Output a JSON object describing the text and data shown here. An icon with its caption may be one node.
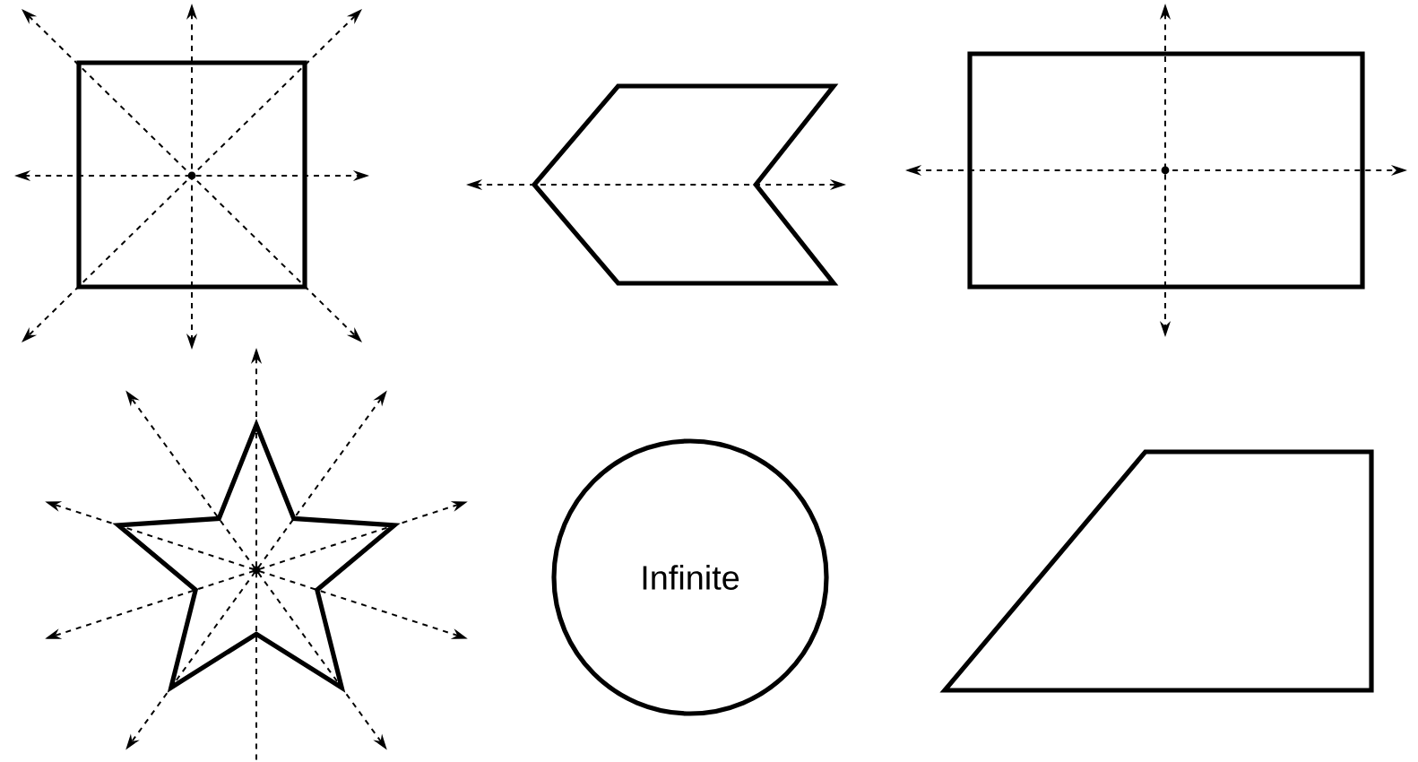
{
  "diagram": {
    "nodes": [
      {
        "text": [],
        "shape": "box"
      },
      {
        "text": [],
        "shape": "chevron"
      },
      {
        "text": [],
        "shape": "box"
      },
      {
        "text": [],
        "shape": "star"
      },
      {
        "text": [
          "Infinite"
        ]
      },
      {
        "text": [],
        "shape": "trapezoid"
      }
    ]
  }
}
